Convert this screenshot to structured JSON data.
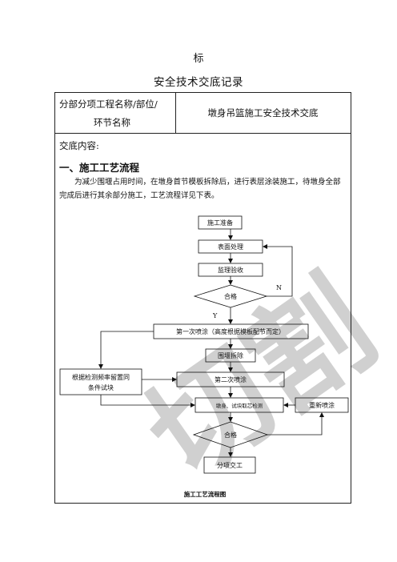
{
  "top_char": "标",
  "doc_title": "安全技术交底记录",
  "header": {
    "left_label_line1": "分部分项工程名称/部位/",
    "left_label_line2": "环节名称",
    "right_value": "墩身吊篮施工安全技术交底"
  },
  "content_label": "交底内容:",
  "section_title": "一、施工工艺流程",
  "paragraph": "为减少围堰占用时间，在墩身首节模板拆除后，进行表层涂装施工，待墩身全部完成后进行其余部分施工，工艺流程详见下表。",
  "flowchart": {
    "steps": {
      "prep": "施工准备",
      "surface": "表面处理",
      "inspect": "监理验收",
      "qualified1": "合格",
      "first_spray": "第一次喷涂（高度根据模板配节而定）",
      "cofferdam": "围堰拆除",
      "second_spray": "第二次喷涂",
      "sample_line1": "根据检测频率留置同",
      "sample_line2": "条件试块",
      "core_test": "墩身、试块取芯检测",
      "respray": "重新喷涂",
      "qualified2": "合格",
      "handover": "分项交工"
    },
    "labels": {
      "no": "N",
      "yes": "Y"
    },
    "caption": "施工工艺流程图"
  },
  "watermark": "切割"
}
